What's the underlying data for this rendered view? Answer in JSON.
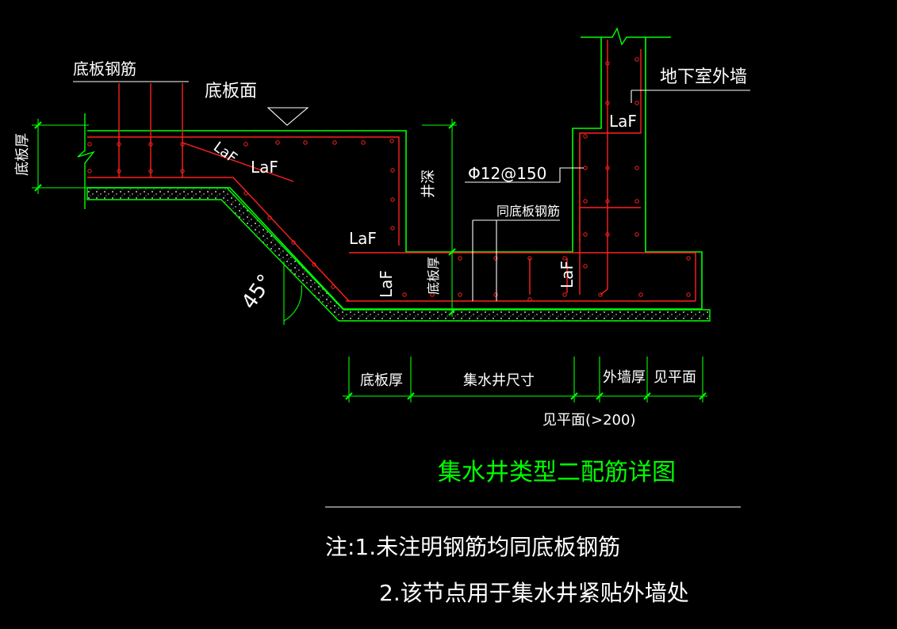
{
  "colors": {
    "background": "#000000",
    "concrete_outline": "#00ff00",
    "rebar": "#ff2020",
    "text": "#ffffff",
    "title": "#00ff00",
    "dimension": "#00ff00"
  },
  "labels": {
    "slab_rebar": "底板钢筋",
    "slab_surface": "底板面",
    "basement_wall": "地下室外墙",
    "slab_thickness_left": "底板厚",
    "laf_diagonal": "LaF",
    "laf_top": "LaF",
    "laf_wall": "LaF",
    "laf_bottom_left": "LaF",
    "laf_vertical_left": "LaF",
    "laf_vertical_right": "LaF",
    "depth": "井深",
    "rebar_spec": "Φ12@150",
    "same_slab_rebar": "同底板钢筋",
    "slab_thickness_pit": "底板厚",
    "angle": "45°"
  },
  "dimensions": {
    "slab_thickness": "底板厚",
    "pit_size": "集水井尺寸",
    "wall_thickness": "外墙厚",
    "see_plan": "见平面",
    "see_plan_200": "见平面(>200)"
  },
  "title": "集水井类型二配筋详图",
  "notes": [
    "注:1.未注明钢筋均同底板钢筋",
    "2.该节点用于集水井紧贴外墙处"
  ]
}
